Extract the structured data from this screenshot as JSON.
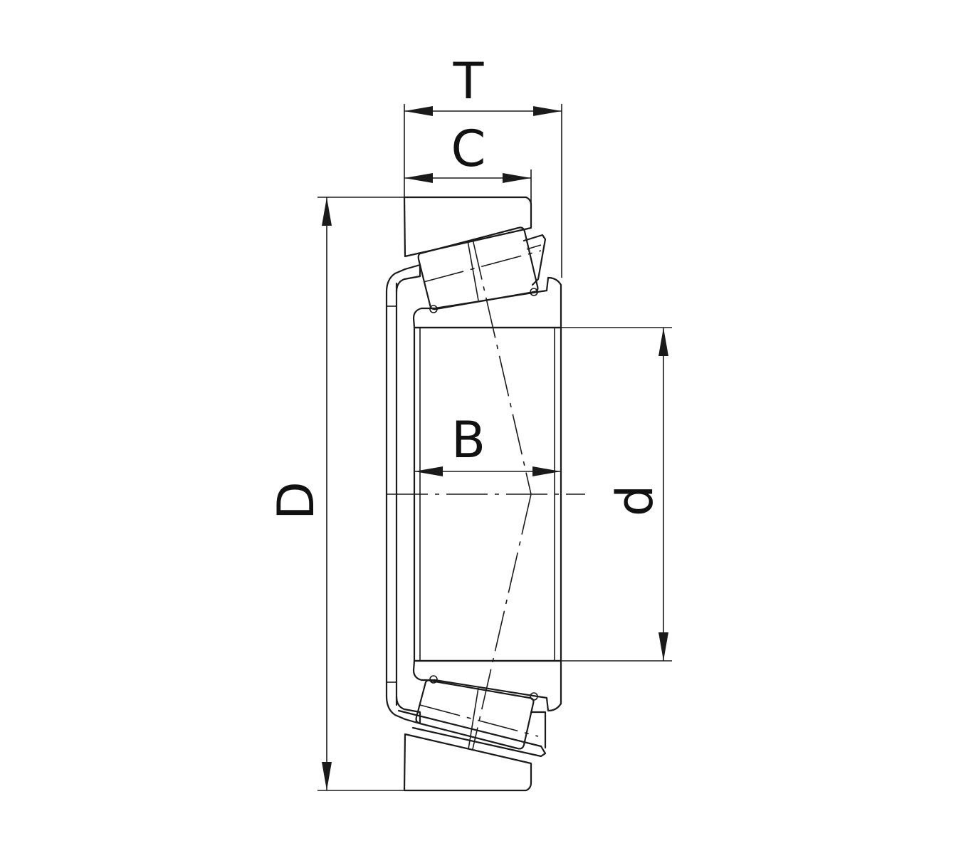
{
  "dimension_labels": {
    "T": "T",
    "C": "C",
    "B": "B",
    "D": "D",
    "d": "d"
  },
  "colors": {
    "line": "#1a1a1a",
    "background": "#ffffff"
  }
}
